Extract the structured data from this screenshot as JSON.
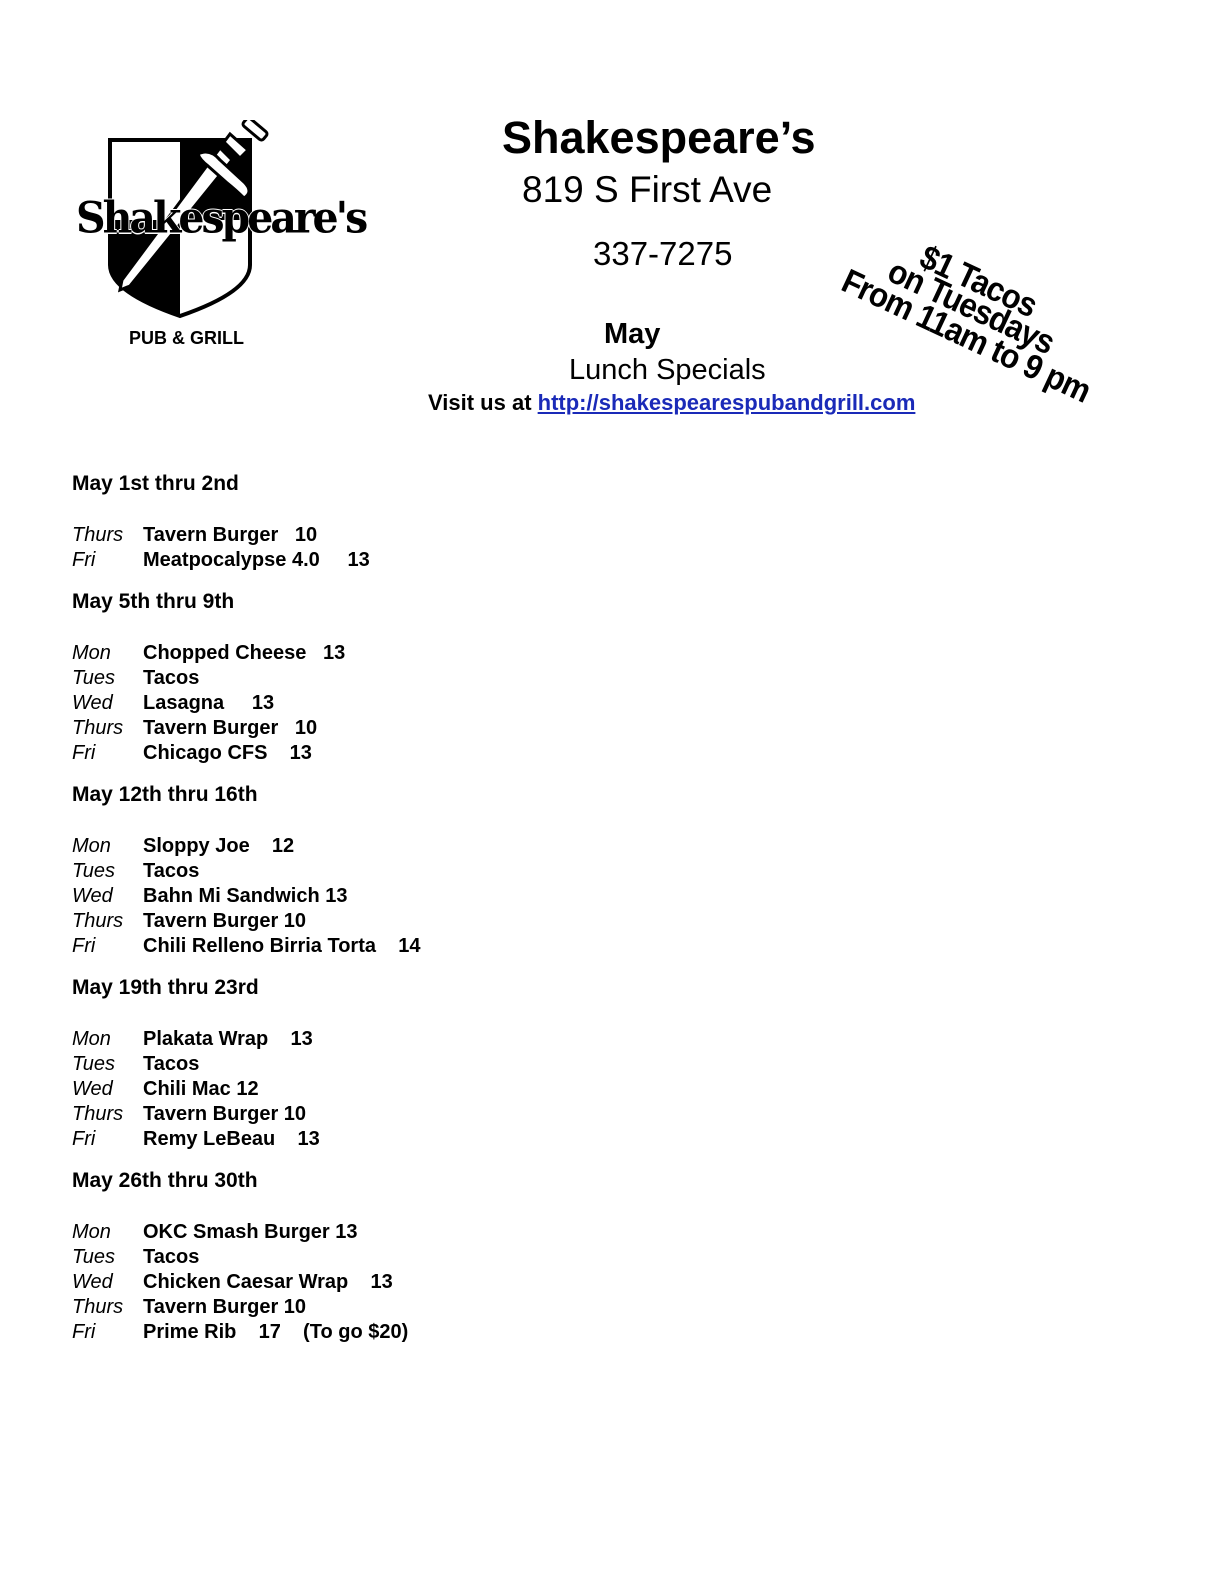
{
  "logo": {
    "word": "Shakespeare's",
    "subtitle": "PUB & GRILL"
  },
  "header": {
    "title": "Shakespeare’s",
    "address": "819 S First Ave",
    "phone": "337-7275",
    "month": "May",
    "subtitle": "Lunch Specials",
    "visit_prefix": "Visit us at ",
    "visit_link": "http://shakespearespubandgrill.com"
  },
  "promo": {
    "line1": "$1 Tacos",
    "line2": "on Tuesdays",
    "line3": "From 11am to 9 pm"
  },
  "weeks": [
    {
      "title": "May 1st thru 2nd",
      "days": [
        {
          "day": "Thurs",
          "item": "Tavern Burger   10"
        },
        {
          "day": "Fri",
          "item": "Meatpocalypse 4.0     13"
        }
      ]
    },
    {
      "title": "May 5th thru 9th",
      "days": [
        {
          "day": "Mon",
          "item": "Chopped Cheese   13"
        },
        {
          "day": "Tues",
          "item": "Tacos"
        },
        {
          "day": "Wed",
          "item": "Lasagna     13"
        },
        {
          "day": "Thurs",
          "item": "Tavern Burger   10"
        },
        {
          "day": "Fri",
          "item": "Chicago CFS    13"
        }
      ]
    },
    {
      "title": "May 12th thru 16th",
      "days": [
        {
          "day": "Mon",
          "item": "Sloppy Joe    12"
        },
        {
          "day": "Tues",
          "item": "Tacos"
        },
        {
          "day": "Wed",
          "item": "Bahn Mi Sandwich 13"
        },
        {
          "day": "Thurs",
          "item": "Tavern Burger 10"
        },
        {
          "day": "Fri",
          "item": "Chili Relleno Birria Torta    14"
        }
      ]
    },
    {
      "title": "May 19th thru 23rd",
      "days": [
        {
          "day": "Mon",
          "item": "Plakata Wrap    13"
        },
        {
          "day": "Tues",
          "item": "Tacos"
        },
        {
          "day": "Wed",
          "item": "Chili Mac 12"
        },
        {
          "day": "Thurs",
          "item": "Tavern Burger 10"
        },
        {
          "day": "Fri",
          "item": "Remy LeBeau    13"
        }
      ]
    },
    {
      "title": "May 26th thru 30th",
      "days": [
        {
          "day": "Mon",
          "item": "OKC Smash Burger 13"
        },
        {
          "day": "Tues",
          "item": "Tacos"
        },
        {
          "day": "Wed",
          "item": "Chicken Caesar Wrap    13"
        },
        {
          "day": "Thurs",
          "item": "Tavern Burger 10"
        },
        {
          "day": "Fri",
          "item": "Prime Rib    17    (To go $20)"
        }
      ]
    }
  ]
}
